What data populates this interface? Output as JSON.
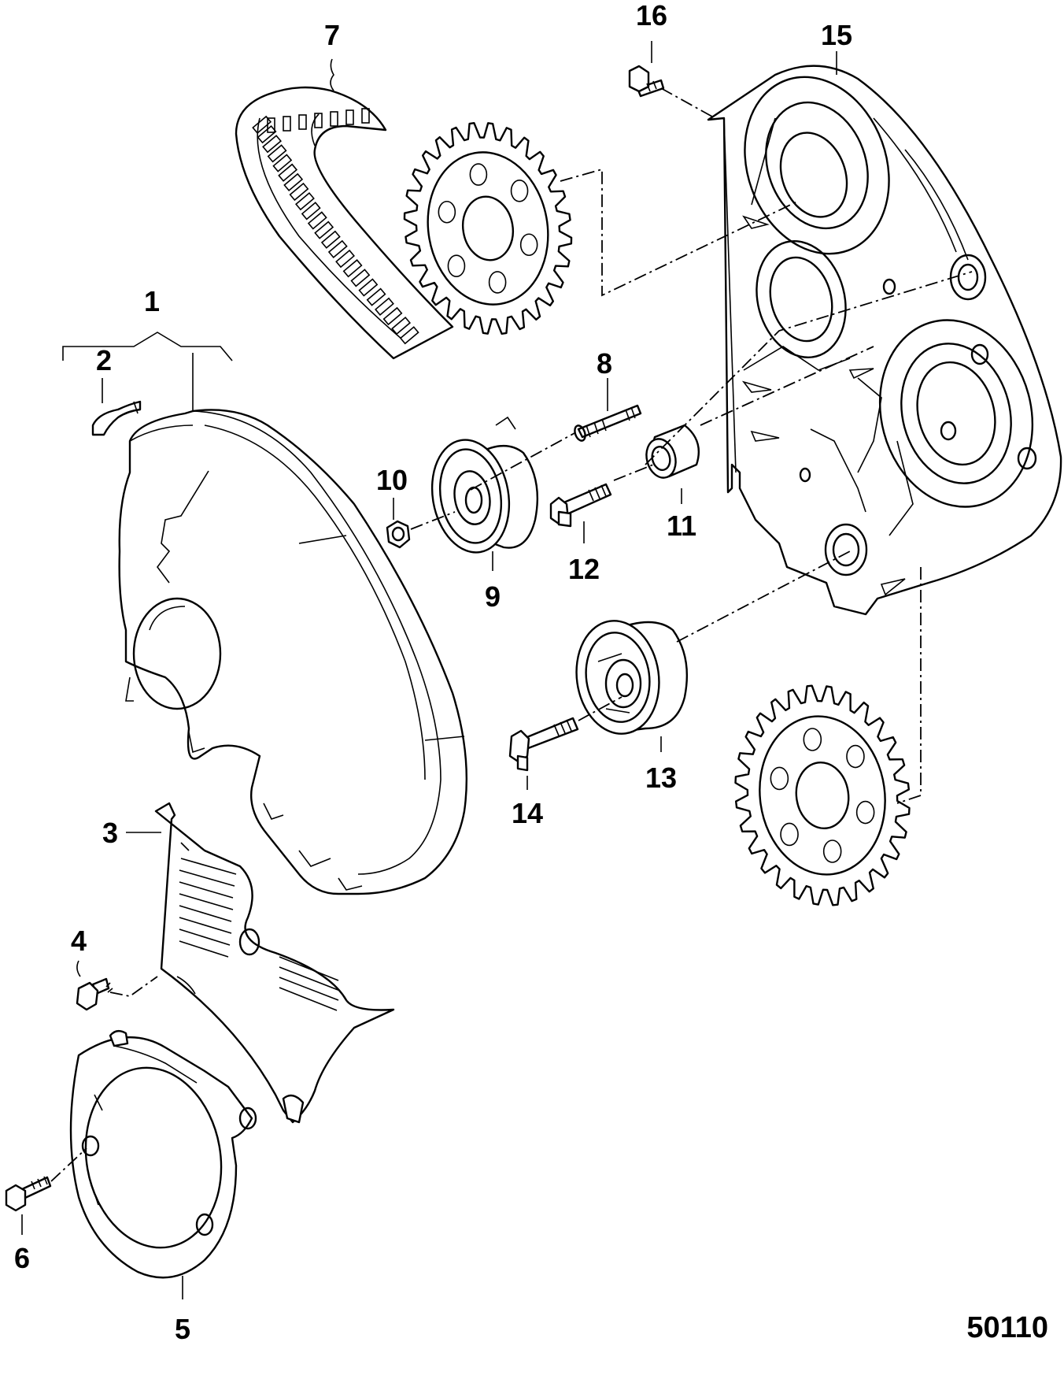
{
  "figure_number": "50110",
  "callouts": [
    {
      "id": "1",
      "label": "1"
    },
    {
      "id": "2",
      "label": "2"
    },
    {
      "id": "3",
      "label": "3"
    },
    {
      "id": "4",
      "label": "4"
    },
    {
      "id": "5",
      "label": "5"
    },
    {
      "id": "6",
      "label": "6"
    },
    {
      "id": "7",
      "label": "7"
    },
    {
      "id": "8",
      "label": "8"
    },
    {
      "id": "9",
      "label": "9"
    },
    {
      "id": "10",
      "label": "10"
    },
    {
      "id": "11",
      "label": "11"
    },
    {
      "id": "12",
      "label": "12"
    },
    {
      "id": "13",
      "label": "13"
    },
    {
      "id": "14",
      "label": "14"
    },
    {
      "id": "15",
      "label": "15"
    },
    {
      "id": "16",
      "label": "16"
    }
  ]
}
